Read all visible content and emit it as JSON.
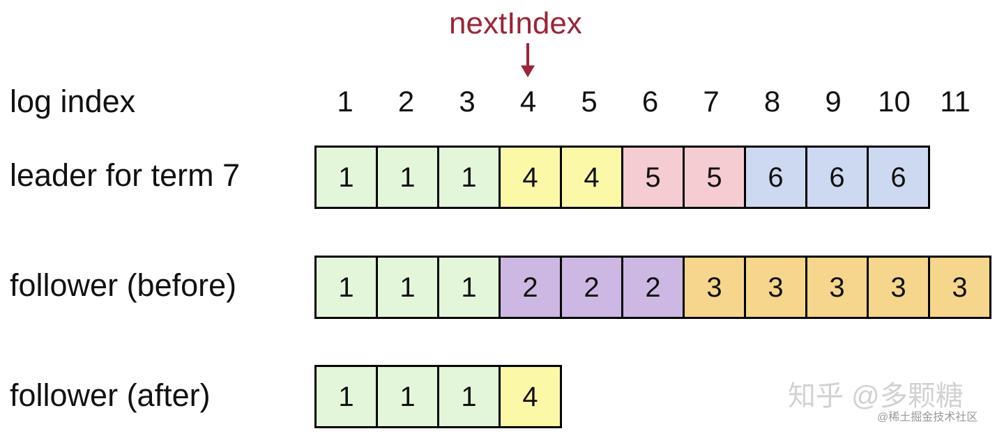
{
  "pointer": {
    "label": "nextIndex",
    "color": "#9b2436",
    "target_index": 4
  },
  "index_row": {
    "label": "log index",
    "indices": [
      "1",
      "2",
      "3",
      "4",
      "5",
      "6",
      "7",
      "8",
      "9",
      "10",
      "11"
    ]
  },
  "term_colors": {
    "1": "#e3f6d9",
    "2": "#cdb8e3",
    "3": "#f6d68c",
    "4": "#fbf8a8",
    "5": "#f4ccd2",
    "6": "#cdd9f1"
  },
  "rows": [
    {
      "label": "leader for term 7",
      "entries": [
        "1",
        "1",
        "1",
        "4",
        "4",
        "5",
        "5",
        "6",
        "6",
        "6"
      ]
    },
    {
      "label": "follower (before)",
      "entries": [
        "1",
        "1",
        "1",
        "2",
        "2",
        "2",
        "3",
        "3",
        "3",
        "3",
        "3"
      ]
    },
    {
      "label": "follower (after)",
      "entries": [
        "1",
        "1",
        "1",
        "4"
      ]
    }
  ],
  "watermark": {
    "main": "知乎 @多颗糖",
    "sub": "@稀土掘金技术社区"
  }
}
